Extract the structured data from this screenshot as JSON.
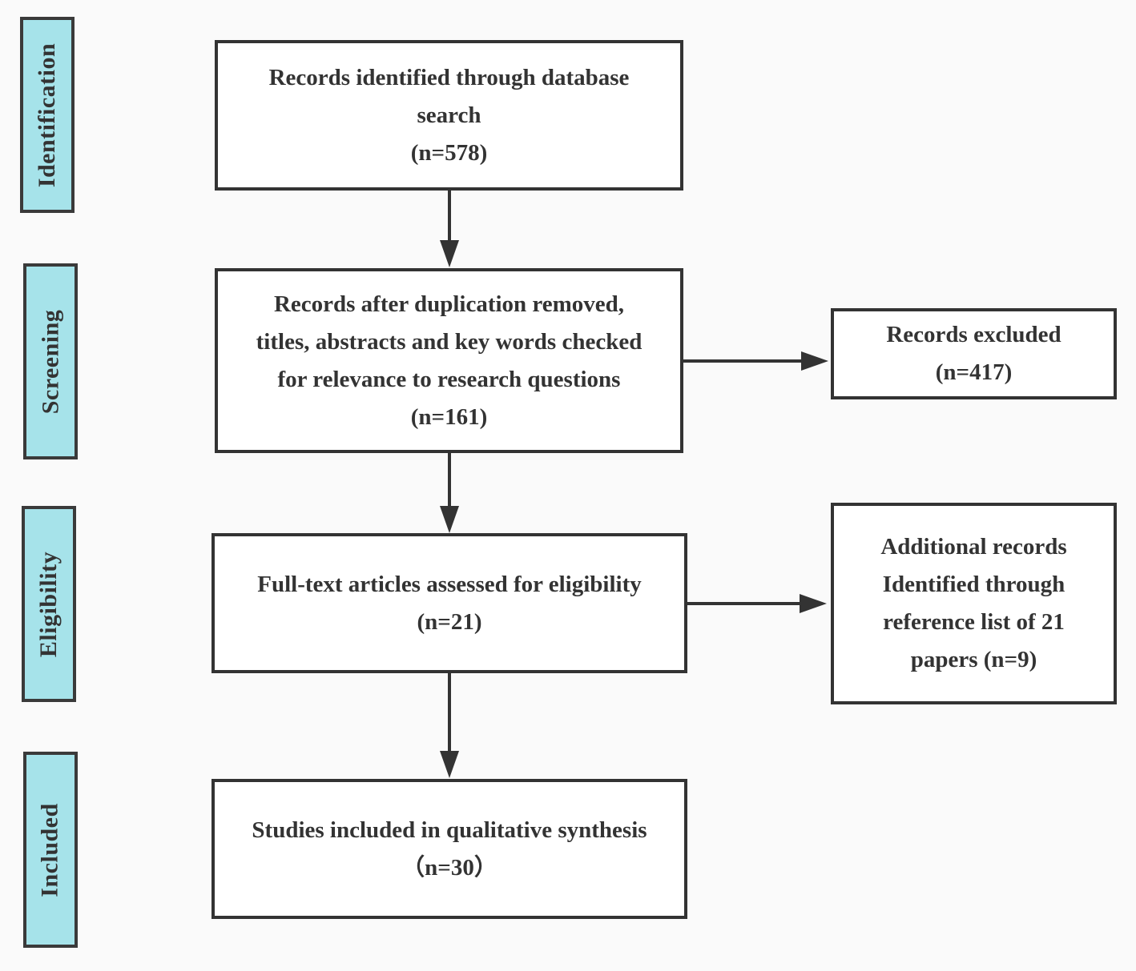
{
  "colors": {
    "stage_fill": "#a6e3ea",
    "border": "#333333",
    "text": "#333333",
    "arrow": "#333333"
  },
  "stages": {
    "identification": "Identification",
    "screening": "Screening",
    "eligibility": "Eligibility",
    "included": "Included"
  },
  "boxes": {
    "identified": {
      "lines": [
        "Records identified through database",
        "search",
        "(n=578)"
      ]
    },
    "screened": {
      "lines": [
        "Records after duplication removed,",
        "titles, abstracts and key words checked",
        "for relevance to research questions",
        "(n=161)"
      ]
    },
    "excluded": {
      "lines": [
        "Records excluded",
        "(n=417)"
      ]
    },
    "eligibility": {
      "lines": [
        "Full-text articles assessed for eligibility",
        "(n=21)"
      ]
    },
    "additional": {
      "lines": [
        "Additional records",
        "Identified through",
        "reference list of 21",
        "papers (n=9)"
      ]
    },
    "included": {
      "lines": [
        "Studies included in qualitative synthesis",
        "（n=30）"
      ]
    }
  }
}
